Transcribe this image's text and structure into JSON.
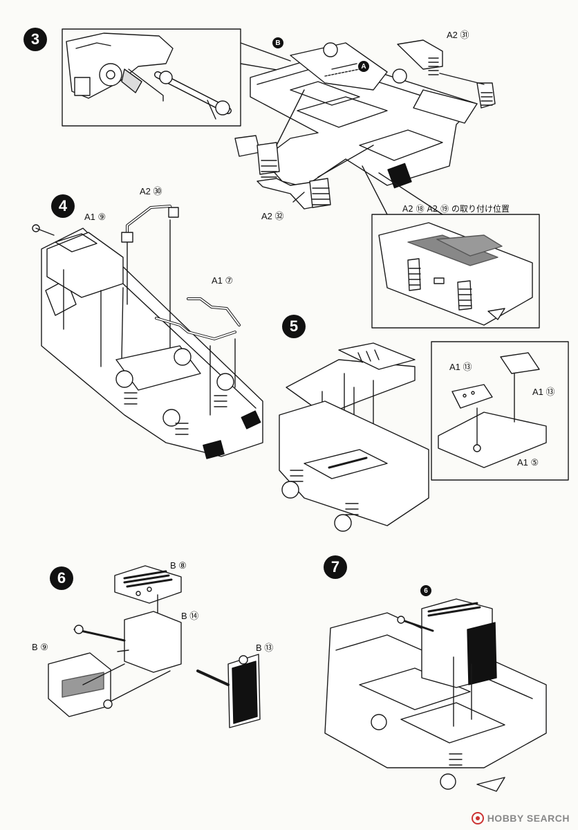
{
  "steps": {
    "s3": "3",
    "s4": "4",
    "s5": "5",
    "s6": "6",
    "s7": "7"
  },
  "step3": {
    "callout_b": "B",
    "callout_a": "A",
    "part_a2_31": "A2 ㉛",
    "part_a2_32": "A2 ㉜",
    "inset_title": "A2 ⑱  A2 ⑲ の取り付け位置"
  },
  "step4": {
    "part_a1_9": "A1 ⑨",
    "part_a2_30": "A2 ㉚",
    "part_a1_7": "A1 ⑦"
  },
  "step5": {
    "part_a1_13a": "A1 ⑬",
    "part_a1_13b": "A1 ⑬",
    "part_a1_5": "A1 ⑤"
  },
  "step6": {
    "part_b8": "B ⑧",
    "part_b14": "B ⑭",
    "part_b9": "B ⑨",
    "part_b13": "B ⑬"
  },
  "step7": {
    "sub_ref": "6"
  },
  "watermark": {
    "text": "HOBBY SEARCH",
    "logo_icon": "hobbysearch-logo-icon"
  }
}
